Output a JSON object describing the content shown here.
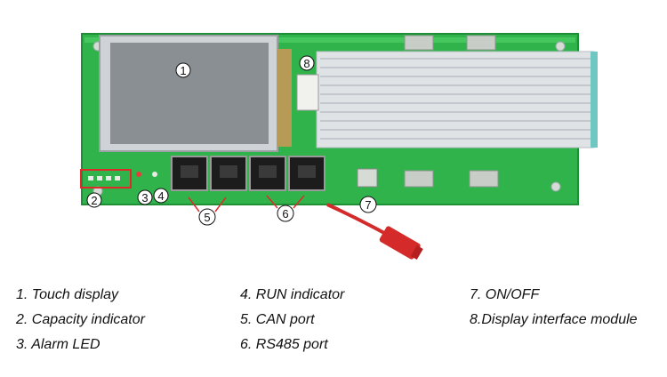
{
  "callouts": [
    {
      "num": "1",
      "label": "Touch display"
    },
    {
      "num": "2",
      "label": "Capacity indicator"
    },
    {
      "num": "3",
      "label": "Alarm LED"
    },
    {
      "num": "4",
      "label": "RUN indicator"
    },
    {
      "num": "5",
      "label": "CAN port"
    },
    {
      "num": "6",
      "label": "RS485 port"
    },
    {
      "num": "7",
      "label": "ON/OFF"
    },
    {
      "num": "8",
      "label": "Display interface module"
    }
  ],
  "legend": {
    "col1": [
      "1. Touch display",
      "2. Capacity indicator",
      "3. Alarm LED"
    ],
    "col2": [
      "4. RUN indicator",
      "5. CAN port",
      "6. RS485 port"
    ],
    "col3": [
      "7. ON/OFF",
      "8.Display interface module"
    ]
  },
  "colors": {
    "pcb": "#2fb34a",
    "pcb_dark": "#1f8f37",
    "screen": "#8a8f93",
    "heatsink": "#dfe3e6",
    "connector_red": "#d42a2a",
    "port": "#1c1c1c"
  }
}
